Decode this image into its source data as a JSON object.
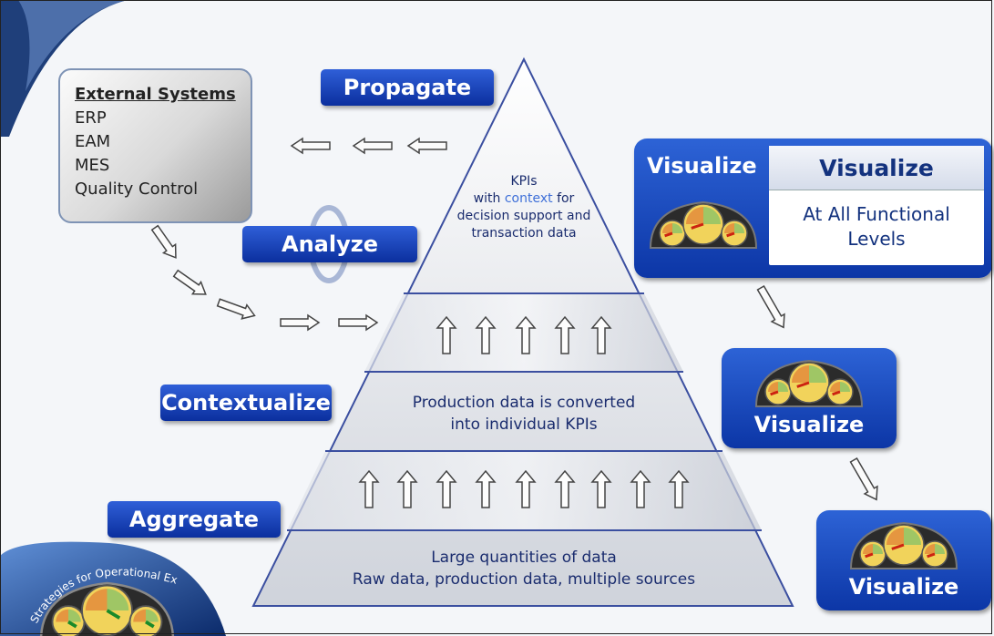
{
  "labels": {
    "propagate": "Propagate",
    "analyze": "Analyze",
    "contextualize": "Contextualize",
    "aggregate": "Aggregate"
  },
  "external": {
    "title": "External Systems",
    "items": [
      "ERP",
      "EAM",
      "MES",
      "Quality Control"
    ]
  },
  "pyramid": {
    "top_line1": "KPIs",
    "top_line2_a": "with",
    "top_line2_b": "context",
    "top_line2_c": "for",
    "top_line3": "decision support and",
    "top_line4": "transaction data",
    "middle_line1": "Production data is converted",
    "middle_line2": "into individual KPIs",
    "bottom_line1": "Large quantities of data",
    "bottom_line2": "Raw data, production data, multiple sources"
  },
  "visualize": {
    "header_left": "Visualize",
    "header_right": "Visualize",
    "desc_line1": "At All Functional",
    "desc_line2": "Levels",
    "box2": "Visualize",
    "box3": "Visualize"
  },
  "logo": {
    "arc_text": "Strategies for Operational Excellence"
  },
  "colors": {
    "label_blue": "#0b2f9e",
    "pyramid_text": "#1a2c6e",
    "context_word": "#3e6fd8"
  }
}
